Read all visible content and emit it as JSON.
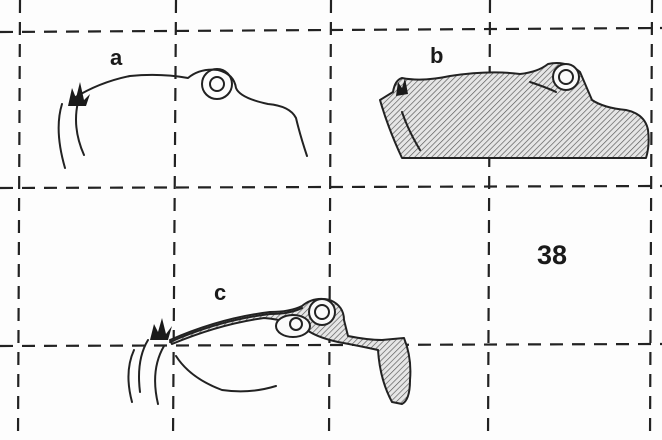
{
  "figure": {
    "number": "38",
    "panels": [
      {
        "id": "a",
        "label": "a"
      },
      {
        "id": "b",
        "label": "b"
      },
      {
        "id": "c",
        "label": "c"
      }
    ]
  }
}
